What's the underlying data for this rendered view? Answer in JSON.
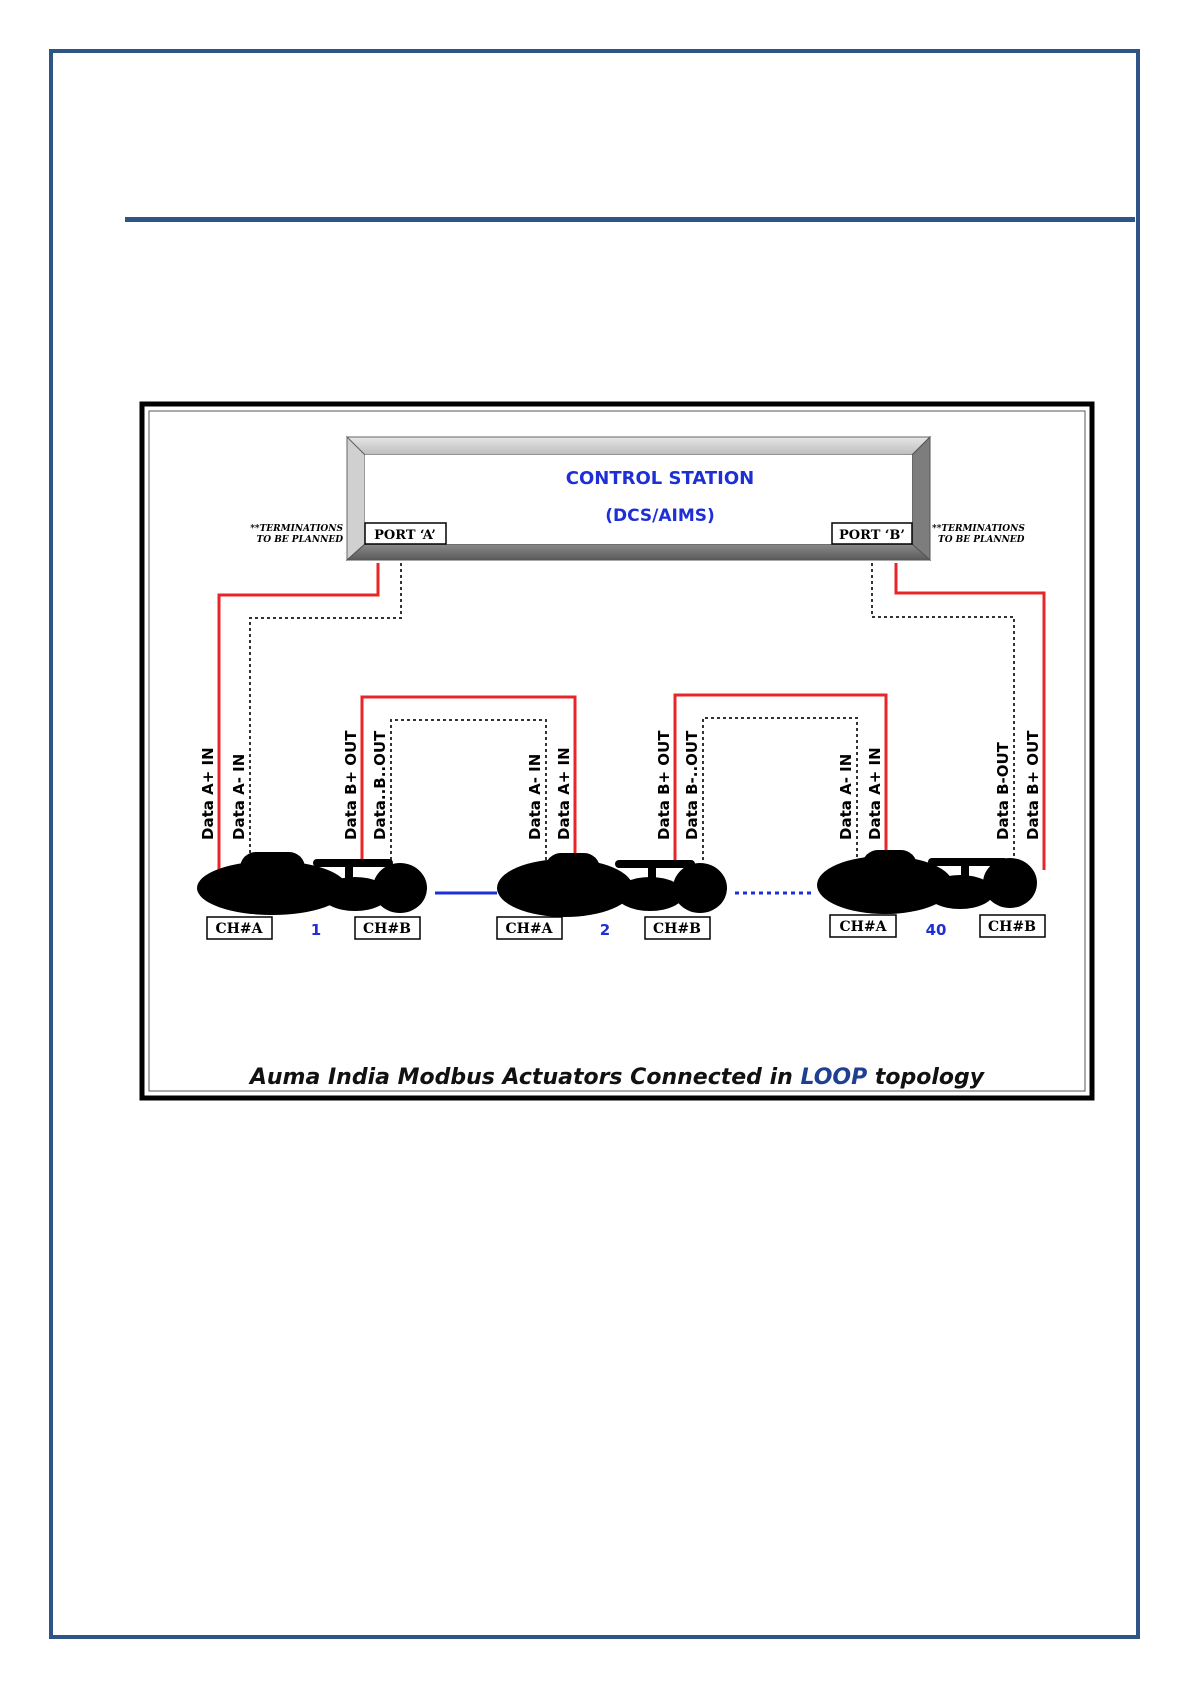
{
  "control_station": {
    "title": "CONTROL STATION",
    "subtitle": "(DCS/AIMS)",
    "port_a": "PORT ‘A’",
    "port_b": "PORT ‘B’"
  },
  "terminations": {
    "left": [
      "**TERMINATIONS",
      "TO BE PLANNED"
    ],
    "right": [
      "**TERMINATIONS",
      "TO BE PLANNED"
    ]
  },
  "wire_labels": {
    "a1": [
      "Data A+ IN",
      "Data A- IN"
    ],
    "b1": [
      "Data  B+ OUT",
      "Data..B..OUT"
    ],
    "a2": [
      "Data A-  IN",
      "Data A+  IN"
    ],
    "b2": [
      "Data  B+ OUT",
      "Data  B-..OUT"
    ],
    "a3": [
      "Data A-  IN",
      "Data A+ IN"
    ],
    "b3": [
      "Data  B-OUT",
      "Data B+  OUT"
    ]
  },
  "actuators": [
    {
      "number": "1",
      "ch_a": "CH#A",
      "ch_b": "CH#B"
    },
    {
      "number": "2",
      "ch_a": "CH#A",
      "ch_b": "CH#B"
    },
    {
      "number": "40",
      "ch_a": "CH#A",
      "ch_b": "CH#B"
    }
  ],
  "caption": {
    "before": "Auma India Modbus  Actuators  Connected  in ",
    "highlight": "LOOP",
    "after": " topology"
  },
  "colors": {
    "frame": "#2f5587",
    "red_wire": "#e8262a",
    "blue": "#1f2fd6",
    "loop": "#1f3f8f"
  }
}
